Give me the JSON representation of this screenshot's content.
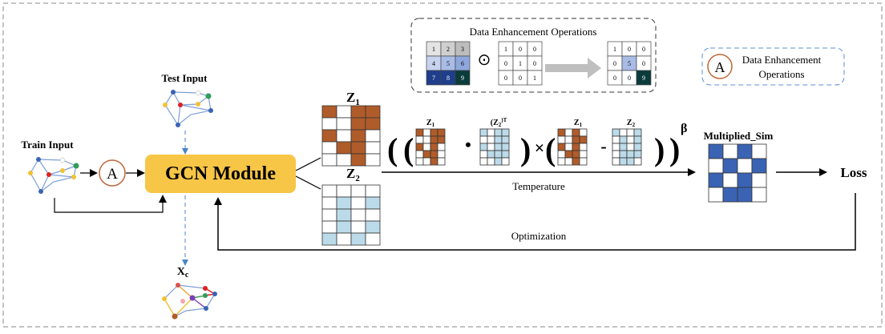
{
  "labels": {
    "test_input": "Test Input",
    "train_input": "Train Input",
    "xc": "X",
    "xc_sub": "c",
    "gcn_module": "GCN Module",
    "z1": "Z",
    "z1_sub": "1",
    "z2": "Z",
    "z2_sub": "2",
    "temperature": "Temperature",
    "optimization": "Optimization",
    "multiplied_sim": "Multiplied_Sim",
    "loss": "Loss",
    "beta": "β",
    "formula_z1_a": "Z",
    "formula_z1_a_sub": "1",
    "formula_z2t": "(Z",
    "formula_z2t_sub": "2",
    "formula_z2t_sup": ")T",
    "formula_z1_b": "Z",
    "formula_z1_b_sub": "1",
    "formula_z2_b": "Z",
    "formula_z2_b_sub": "2",
    "dot_op": "•",
    "times_op": "×",
    "minus_op": "-",
    "enhancement_title": "Data Enhancement Operations",
    "legend_symbol": "A",
    "legend_text_line1": "Data Enhancement",
    "legend_text_line2": "Operations",
    "circle_a": "A",
    "odot": "⊙"
  },
  "matrices": {
    "source": [
      "1",
      "2",
      "3",
      "4",
      "5",
      "6",
      "7",
      "8",
      "9"
    ],
    "identity": [
      "1",
      "0",
      "0",
      "0",
      "1",
      "0",
      "0",
      "0",
      "1"
    ],
    "result": [
      "1",
      "0",
      "0",
      "0",
      "5",
      "0",
      "0",
      "0",
      "9"
    ]
  },
  "colors": {
    "brown": "#b05c2a",
    "light_blue": "#bcdbea",
    "blue": "#3a63b4",
    "gcn_yellow": "#f7c646",
    "circle_orange": "#c0673a",
    "legend_border": "#5b8fd6",
    "gray_arrow": "#bfbfbf",
    "dashed_blue": "#4a84c8"
  }
}
